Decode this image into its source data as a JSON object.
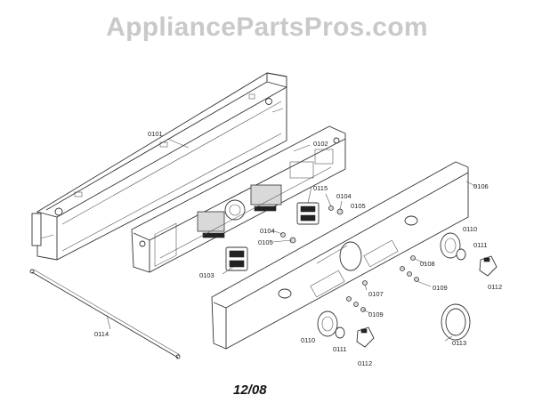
{
  "watermark": "AppliancePartsPros.com",
  "date": "12/08",
  "colors": {
    "line": "#333333",
    "watermark": "#c9c9c9",
    "background": "#ffffff"
  },
  "callouts": {
    "c0101": "0101",
    "c0102": "0102",
    "c0103": "0103",
    "c0104a": "0104",
    "c0104b": "0104",
    "c0105a": "0105",
    "c0105b": "0105",
    "c0106": "0106",
    "c0107": "0107",
    "c0108": "0108",
    "c0109a": "0109",
    "c0109b": "0109",
    "c0110a": "0110",
    "c0110b": "0110",
    "c0111a": "0111",
    "c0111b": "0111",
    "c0112a": "0112",
    "c0112b": "0112",
    "c0113": "0113",
    "c0114": "0114",
    "c0115": "0115"
  }
}
